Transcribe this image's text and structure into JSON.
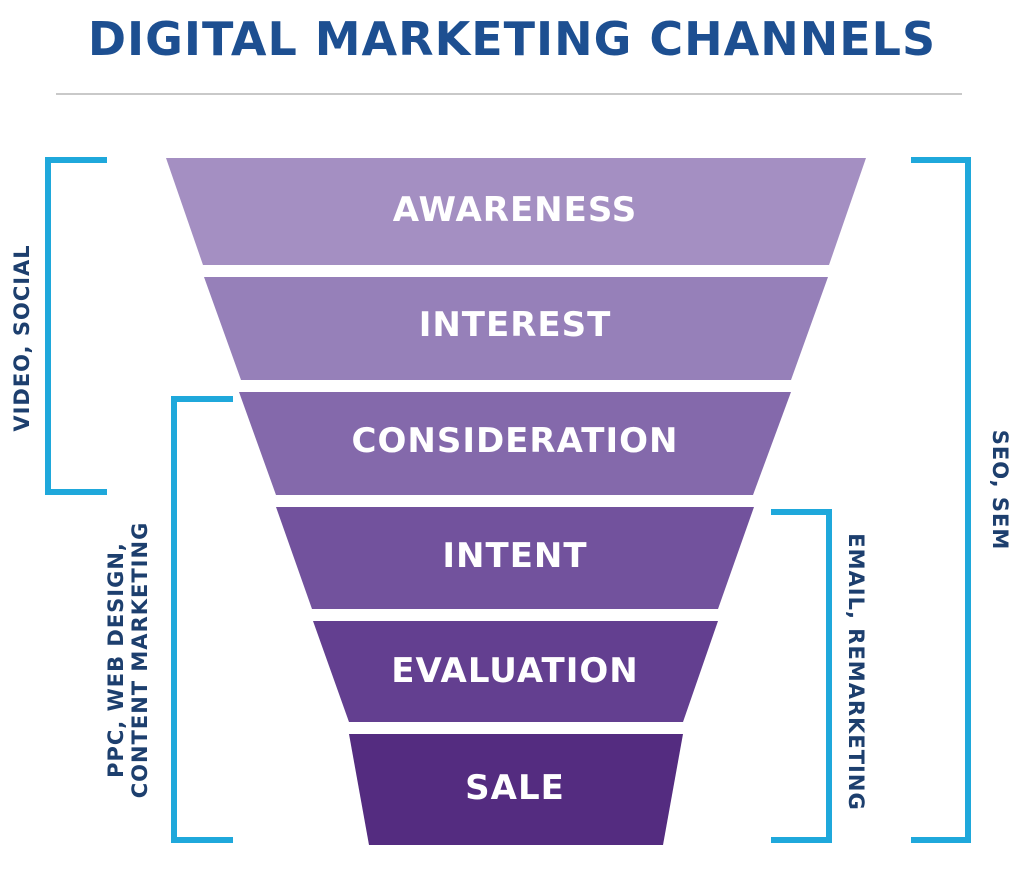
{
  "title": "DIGITAL MARKETING CHANNELS",
  "stages": [
    {
      "label": "AWARENESS",
      "color": "#a48fc2"
    },
    {
      "label": "INTEREST",
      "color": "#9680b9"
    },
    {
      "label": "CONSIDERATION",
      "color": "#8469ab"
    },
    {
      "label": "INTENT",
      "color": "#72529d"
    },
    {
      "label": "EVALUATION",
      "color": "#633f90"
    },
    {
      "label": "SALE",
      "color": "#542c80"
    }
  ],
  "brackets": {
    "video_social": "VIDEO, SOCIAL",
    "ppc_line1": "PPC, WEB DESIGN,",
    "ppc_line2": "CONTENT MARKETING",
    "email_remarketing": "EMAIL, REMARKETING",
    "seo_sem": "SEO, SEM"
  },
  "colors": {
    "title": "#1d4f91",
    "bracket": "#1fa8db",
    "side_text": "#1d3f6e",
    "stage_text": "#ffffff"
  }
}
